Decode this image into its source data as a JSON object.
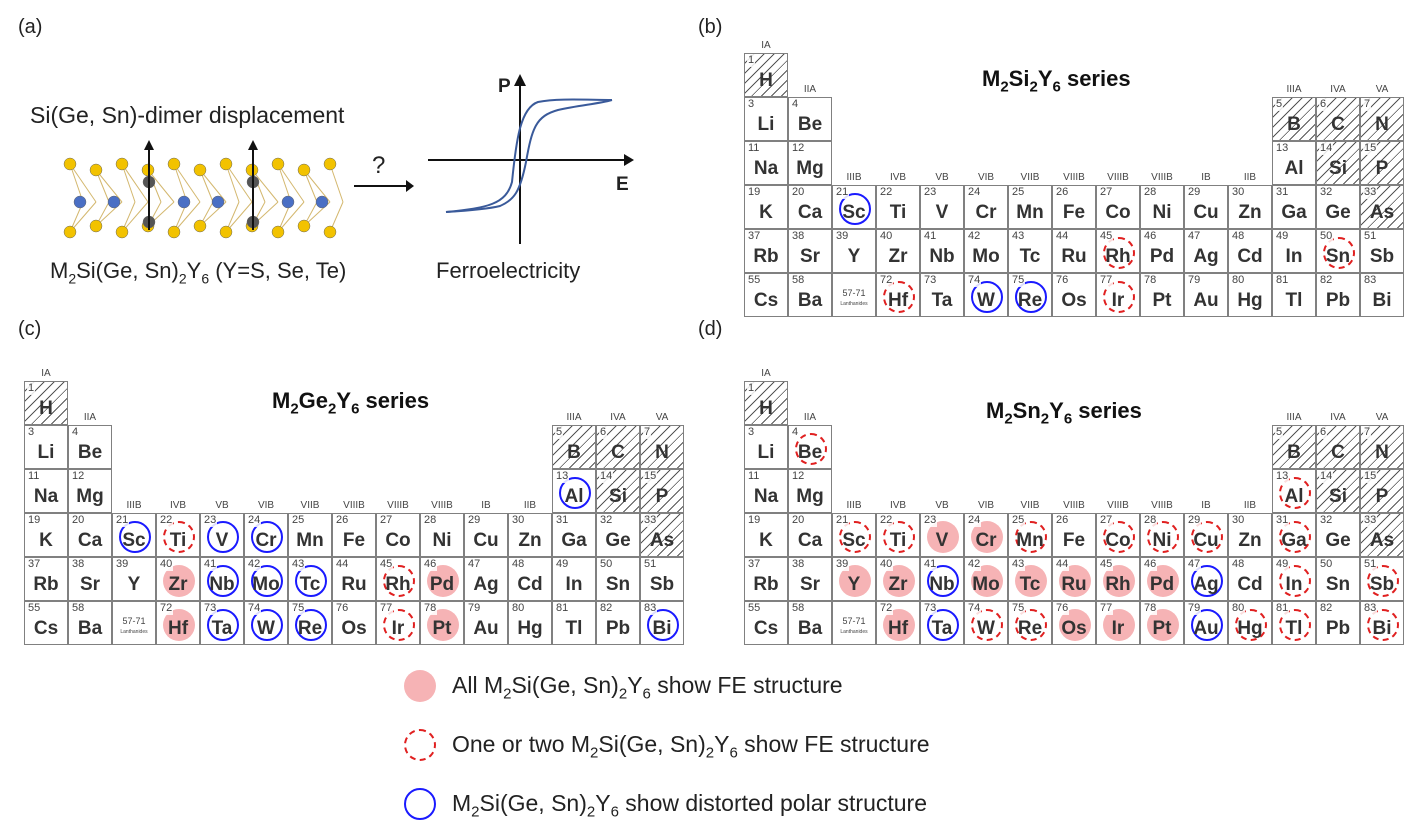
{
  "panels": {
    "a": {
      "label": "(a)",
      "dimer_caption": "Si(Ge, Sn)-dimer displacement",
      "question": "?",
      "formula": {
        "p1": "M",
        "s1": "2",
        "p2": "Si(Ge, Sn)",
        "s2": "2",
        "p3": "Y",
        "s3": "6",
        "p4": " (Y=S, Se, Te)"
      },
      "axis_p": "P",
      "axis_e": "E",
      "ferro_caption": "Ferroelectricity"
    },
    "b": {
      "label": "(b)",
      "title": {
        "p1": "M",
        "s1": "2",
        "p2": "Si",
        "s2": "2",
        "p3": "Y",
        "s3": "6",
        "p4": " series"
      }
    },
    "c": {
      "label": "(c)",
      "title": {
        "p1": "M",
        "s1": "2",
        "p2": "Ge",
        "s2": "2",
        "p3": "Y",
        "s3": "6",
        "p4": " series"
      }
    },
    "d": {
      "label": "(d)",
      "title": {
        "p1": "M",
        "s1": "2",
        "p2": "Sn",
        "s2": "2",
        "p3": "Y",
        "s3": "6",
        "p4": " series"
      }
    }
  },
  "group_labels": {
    "IA": "IA",
    "IIA": "IIA",
    "IIIA": "IIIA",
    "IVA": "IVA",
    "VA": "VA",
    "IIIB": "IIIB",
    "IVB": "IVB",
    "VB": "VB",
    "VIB": "VIB",
    "VIIB": "VIIB",
    "VIIIB": "VIIIB",
    "IB": "IB",
    "IIB": "IIB"
  },
  "lanthanide_cell": {
    "num": "57-71",
    "text": "Lanthanides"
  },
  "elements": [
    {
      "num": "1",
      "sym": "H"
    },
    {
      "num": "3",
      "sym": "Li"
    },
    {
      "num": "4",
      "sym": "Be"
    },
    {
      "num": "5",
      "sym": "B"
    },
    {
      "num": "6",
      "sym": "C"
    },
    {
      "num": "7",
      "sym": "N"
    },
    {
      "num": "11",
      "sym": "Na"
    },
    {
      "num": "12",
      "sym": "Mg"
    },
    {
      "num": "13",
      "sym": "Al"
    },
    {
      "num": "14",
      "sym": "Si"
    },
    {
      "num": "15",
      "sym": "P"
    },
    {
      "num": "19",
      "sym": "K"
    },
    {
      "num": "20",
      "sym": "Ca"
    },
    {
      "num": "21",
      "sym": "Sc"
    },
    {
      "num": "22",
      "sym": "Ti"
    },
    {
      "num": "23",
      "sym": "V"
    },
    {
      "num": "24",
      "sym": "Cr"
    },
    {
      "num": "25",
      "sym": "Mn"
    },
    {
      "num": "26",
      "sym": "Fe"
    },
    {
      "num": "27",
      "sym": "Co"
    },
    {
      "num": "28",
      "sym": "Ni"
    },
    {
      "num": "29",
      "sym": "Cu"
    },
    {
      "num": "30",
      "sym": "Zn"
    },
    {
      "num": "31",
      "sym": "Ga"
    },
    {
      "num": "32",
      "sym": "Ge"
    },
    {
      "num": "33",
      "sym": "As"
    },
    {
      "num": "37",
      "sym": "Rb"
    },
    {
      "num": "38",
      "sym": "Sr"
    },
    {
      "num": "39",
      "sym": "Y"
    },
    {
      "num": "40",
      "sym": "Zr"
    },
    {
      "num": "41",
      "sym": "Nb"
    },
    {
      "num": "42",
      "sym": "Mo"
    },
    {
      "num": "43",
      "sym": "Tc"
    },
    {
      "num": "44",
      "sym": "Ru"
    },
    {
      "num": "45",
      "sym": "Rh"
    },
    {
      "num": "46",
      "sym": "Pd"
    },
    {
      "num": "47",
      "sym": "Ag"
    },
    {
      "num": "48",
      "sym": "Cd"
    },
    {
      "num": "49",
      "sym": "In"
    },
    {
      "num": "50",
      "sym": "Sn"
    },
    {
      "num": "51",
      "sym": "Sb"
    },
    {
      "num": "55",
      "sym": "Cs"
    },
    {
      "num": "58",
      "sym": "Ba"
    },
    {
      "num": "72",
      "sym": "Hf"
    },
    {
      "num": "73",
      "sym": "Ta"
    },
    {
      "num": "74",
      "sym": "W"
    },
    {
      "num": "75",
      "sym": "Re"
    },
    {
      "num": "76",
      "sym": "Os"
    },
    {
      "num": "77",
      "sym": "Ir"
    },
    {
      "num": "78",
      "sym": "Pt"
    },
    {
      "num": "79",
      "sym": "Au"
    },
    {
      "num": "80",
      "sym": "Hg"
    },
    {
      "num": "81",
      "sym": "Tl"
    },
    {
      "num": "82",
      "sym": "Pb"
    },
    {
      "num": "83",
      "sym": "Bi"
    }
  ],
  "hatched": [
    "H",
    "B",
    "C",
    "N",
    "Si",
    "P",
    "As"
  ],
  "markings": {
    "b": {
      "fill": [],
      "dashed": [
        "Rh",
        "Sn",
        "Hf",
        "Ir"
      ],
      "blue": [
        "Sc",
        "W",
        "Re"
      ]
    },
    "c": {
      "fill": [
        "Zr",
        "Pd",
        "Hf",
        "Pt"
      ],
      "dashed": [
        "Ti",
        "Rh",
        "Ir"
      ],
      "blue": [
        "Al",
        "Sc",
        "V",
        "Cr",
        "Nb",
        "Mo",
        "Tc",
        "Ta",
        "W",
        "Re",
        "Bi"
      ]
    },
    "d": {
      "fill": [
        "V",
        "Cr",
        "Y",
        "Zr",
        "Mo",
        "Tc",
        "Ru",
        "Rh",
        "Pd",
        "Hf",
        "Os",
        "Ir",
        "Pt"
      ],
      "dashed": [
        "Be",
        "Al",
        "Sc",
        "Ti",
        "Mn",
        "Co",
        "Ni",
        "Cu",
        "Ga",
        "In",
        "Sb",
        "W",
        "Re",
        "Hg",
        "Tl",
        "Bi"
      ],
      "blue": [
        "Nb",
        "Ag",
        "Ta",
        "Au"
      ]
    }
  },
  "legend": [
    {
      "style": "fill",
      "color": "#f6b3b5",
      "text": {
        "p1": "All M",
        "s1": "2",
        "p2": "Si(Ge, Sn)",
        "s2": "2",
        "p3": "Y",
        "s3": "6",
        "p4": " show FE structure"
      }
    },
    {
      "style": "dashed",
      "color": "#e02020",
      "text": {
        "p1": "One or two M",
        "s1": "2",
        "p2": "Si(Ge, Sn)",
        "s2": "2",
        "p3": "Y",
        "s3": "6",
        "p4": " show FE structure"
      }
    },
    {
      "style": "solid",
      "color": "#1a1aff",
      "text": {
        "p1": "M",
        "s1": "2",
        "p2": "Si(Ge, Sn)",
        "s2": "2",
        "p3": "Y",
        "s3": "6",
        "p4": " show distorted polar structure"
      }
    }
  ],
  "colors": {
    "fill": "#f6b3b5",
    "dashed": "#e02020",
    "blue": "#1a1aff",
    "sulfur": "#f2c200",
    "metal": "#4a6fc4",
    "dimer": "#555555",
    "hysteresis": "#3a5a9a"
  }
}
